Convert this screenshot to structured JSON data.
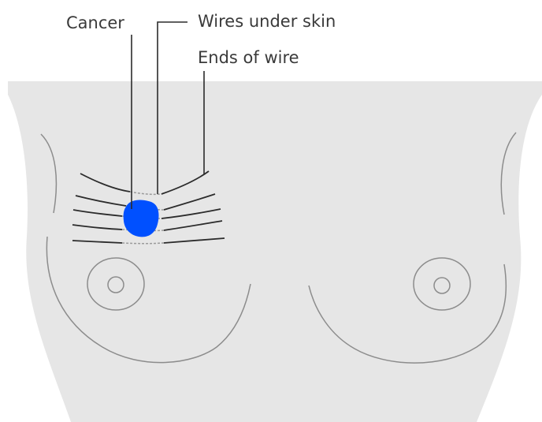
{
  "labels": {
    "cancer": "Cancer",
    "wires_under_skin": "Wires under skin",
    "ends_of_wire": "Ends of wire"
  },
  "colors": {
    "background": "#ffffff",
    "body_fill": "#e6e6e6",
    "contour_line": "#8c8c8c",
    "wire_line": "#2b2b2b",
    "wire_dashed": "#9a9a9a",
    "cancer_blob": "#0050ff",
    "label_text": "#3a3a3a"
  }
}
